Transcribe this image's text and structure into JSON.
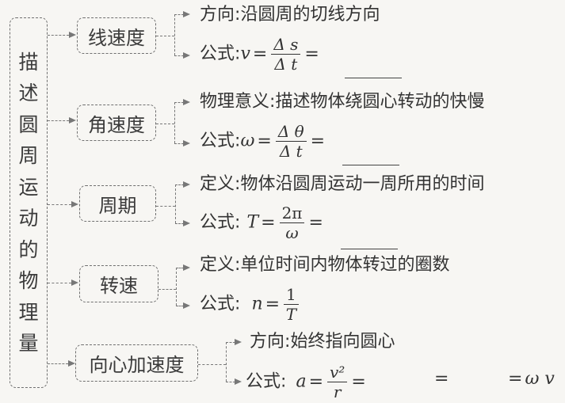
{
  "root": {
    "title_chars": [
      "描",
      "述",
      "圆",
      "周",
      "运",
      "动",
      "的",
      "物",
      "理",
      "量"
    ]
  },
  "nodes": [
    {
      "label": "线速度",
      "items": [
        {
          "key": "方向",
          "sep": ":",
          "value": "沿圆周的切线方向"
        },
        {
          "key": "公式",
          "sep": ":",
          "formula": {
            "lhs": "v",
            "eq": "=",
            "num": "Δ s",
            "den": "Δ t",
            "tail": "="
          }
        }
      ]
    },
    {
      "label": "角速度",
      "items": [
        {
          "key": "物理意义",
          "sep": ":",
          "value": "描述物体绕圆心转动的快慢"
        },
        {
          "key": "公式",
          "sep": ":",
          "formula": {
            "lhs": "ω",
            "eq": "=",
            "num": "Δ θ",
            "den": "Δ t",
            "tail": "="
          }
        }
      ]
    },
    {
      "label": "周期",
      "items": [
        {
          "key": "定义",
          "sep": ":",
          "value": "物体沿圆周运动一周所用的时间"
        },
        {
          "key": "公式",
          "sep": ":",
          "formula": {
            "lhs": "T",
            "eq": "=",
            "num": "2π",
            "den": "ω",
            "tail": "="
          }
        }
      ]
    },
    {
      "label": "转速",
      "items": [
        {
          "key": "定义",
          "sep": ":",
          "value": "单位时间内物体转过的圈数"
        },
        {
          "key": "公式",
          "sep": ":",
          "formula": {
            "lhs": "n",
            "eq": "=",
            "num": "1",
            "den": "T",
            "tail": ""
          }
        }
      ]
    },
    {
      "label": "向心加速度",
      "items": [
        {
          "key": "方向",
          "sep": ":",
          "value": "始终指向圆心"
        },
        {
          "key": "公式",
          "sep": ":",
          "formula": {
            "lhs": "a",
            "eq": "=",
            "num": "v²",
            "den": "r",
            "tail": "=",
            "eq2": "=",
            "eq3": "=",
            "end": "ω v"
          }
        }
      ]
    }
  ]
}
